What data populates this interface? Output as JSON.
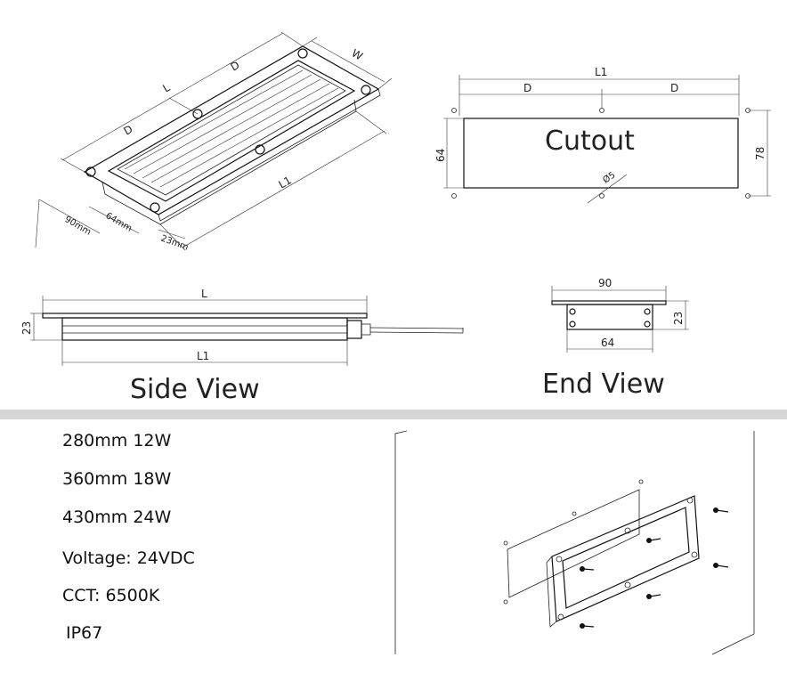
{
  "iso_view": {
    "dim_L": "L",
    "dim_D_top": "D",
    "dim_D_left": "D",
    "dim_W": "W",
    "dim_L1": "L1",
    "dim_90": "90mm",
    "dim_64": "64mm",
    "dim_23": "23mm"
  },
  "cutout_view": {
    "title": "Cutout",
    "dim_L1": "L1",
    "dim_D_left": "D",
    "dim_D_right": "D",
    "dim_64": "64",
    "dim_78": "78",
    "dim_hole": "Ø5"
  },
  "side_view": {
    "title": "Side View",
    "dim_L": "L",
    "dim_L1": "L1",
    "dim_23": "23"
  },
  "end_view": {
    "title": "End View",
    "dim_90": "90",
    "dim_64": "64",
    "dim_23": "23"
  },
  "specs": {
    "line1": "280mm  12W",
    "line2": "360mm  18W",
    "line3": "430mm   24W",
    "voltage": "Voltage: 24VDC",
    "cct": "CCT: 6500K",
    "ip": "IP67"
  },
  "colors": {
    "divider": "#d6d6d6",
    "line": "#222222",
    "background": "#ffffff"
  }
}
